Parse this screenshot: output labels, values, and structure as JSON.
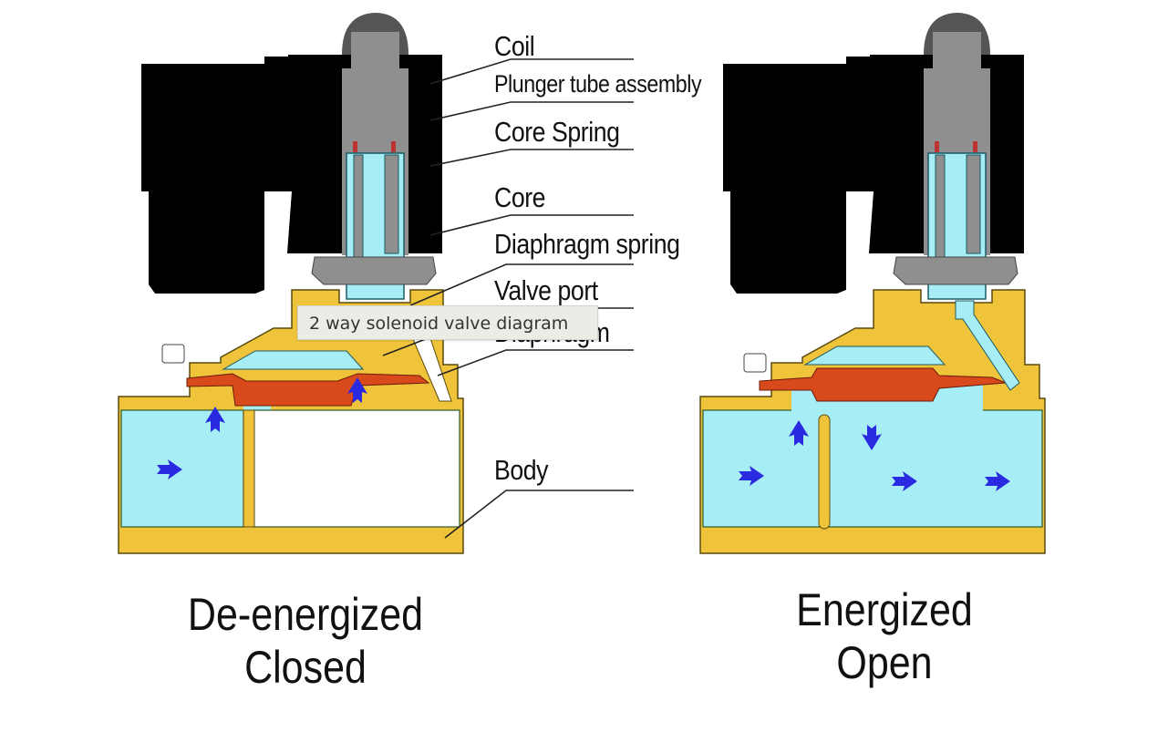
{
  "labels": {
    "coil": "Coil",
    "plunger_tube_assembly": "Plunger tube assembly",
    "core_spring": "Core Spring",
    "core": "Core",
    "diaphragm_spring": "Diaphragm spring",
    "valve_port": "Valve port",
    "diaphragm": "Diaphragm",
    "body": "Body"
  },
  "captions": {
    "left_line1": "De-energized",
    "left_line2": "Closed",
    "right_line1": "Energized",
    "right_line2": "Open"
  },
  "tooltip": "2 way solenoid valve diagram",
  "colors": {
    "coil": "#000000",
    "tube": "#8c8c8c",
    "fluid": "#a6edf5",
    "body": "#f0c43a",
    "diaphragm": "#d84a1c",
    "arrow": "#2a2ae0"
  }
}
